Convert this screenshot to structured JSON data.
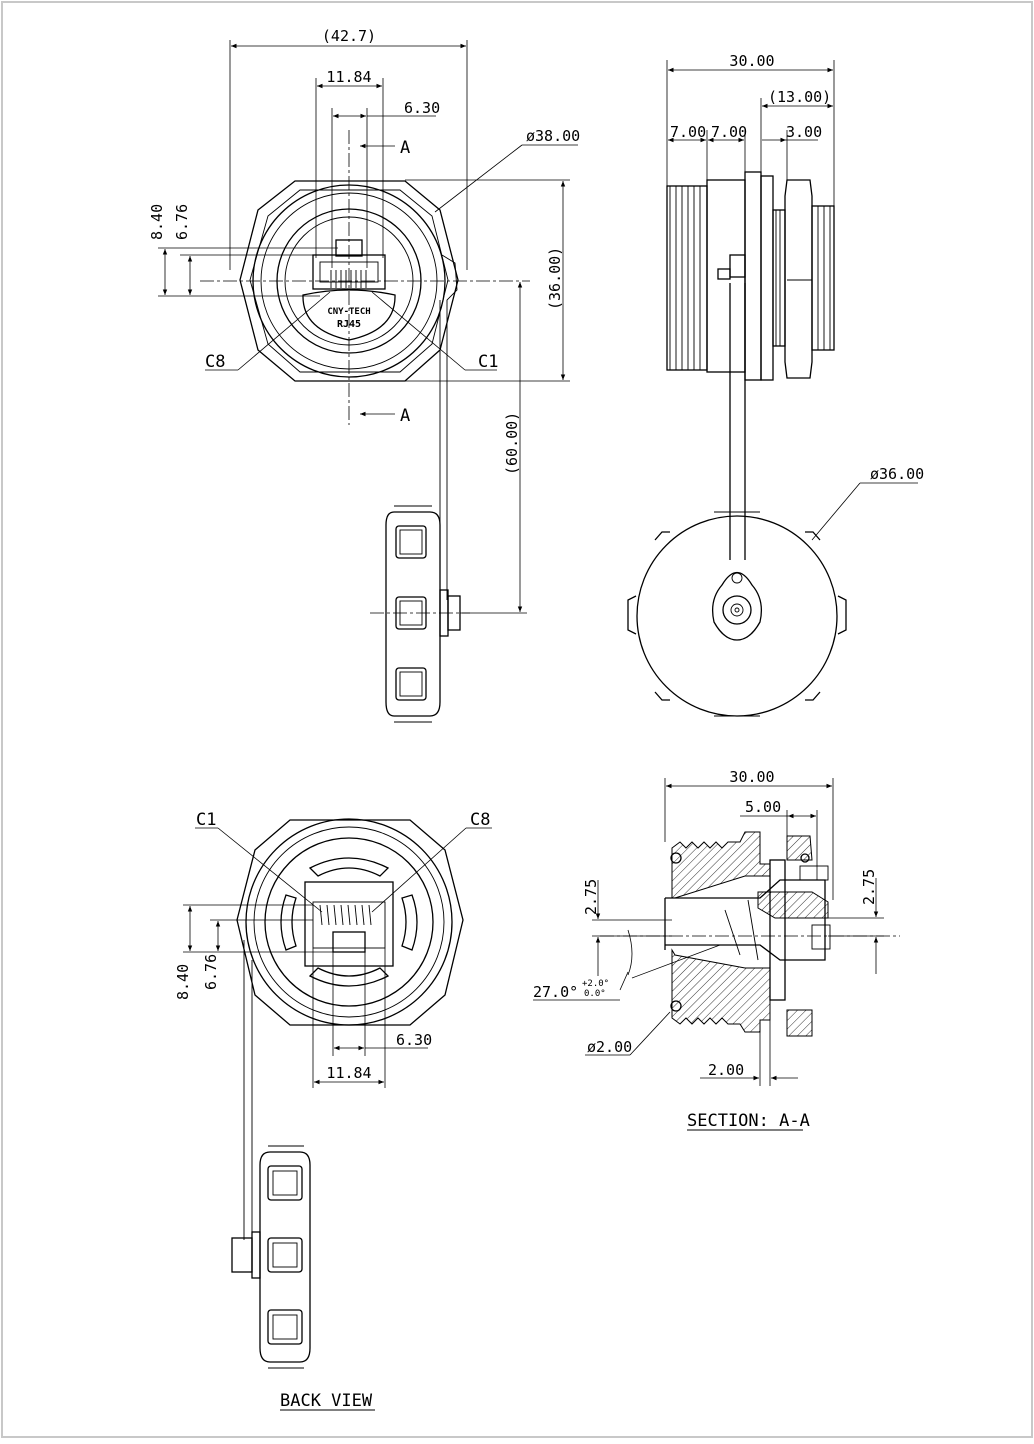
{
  "labels": {
    "section_title": "SECTION: A-A",
    "back_view_title": "BACK VIEW",
    "section_marker": "A",
    "pin_c1": "C1",
    "pin_c8": "C8",
    "brand": "CNY-TECH",
    "model": "RJ45"
  },
  "dims_front": {
    "overall_width": "(42.7)",
    "jack_width": "11.84",
    "jack_inner": "6.30",
    "body_dia": "ø38.00",
    "height_a": "8.40",
    "height_b": "6.76",
    "hex_height": "(36.00)",
    "cap_offset": "(60.00)"
  },
  "dims_side": {
    "length": "30.00",
    "nut_part": "(13.00)",
    "thread_a": "7.00",
    "thread_b": "7.00",
    "nut_thk": "3.00",
    "cap_dia": "ø36.00"
  },
  "dims_section": {
    "length": "30.00",
    "insert": "5.00",
    "offset_left": "2.75",
    "offset_right": "2.75",
    "angle": "27.0°",
    "angle_tol_upper": "+2.0°",
    "angle_tol_lower": "0.0°",
    "oring": "ø2.00",
    "gap": "2.00"
  },
  "dims_back": {
    "height_a": "8.40",
    "height_b": "6.76",
    "jack_inner": "6.30",
    "jack_width": "11.84"
  }
}
